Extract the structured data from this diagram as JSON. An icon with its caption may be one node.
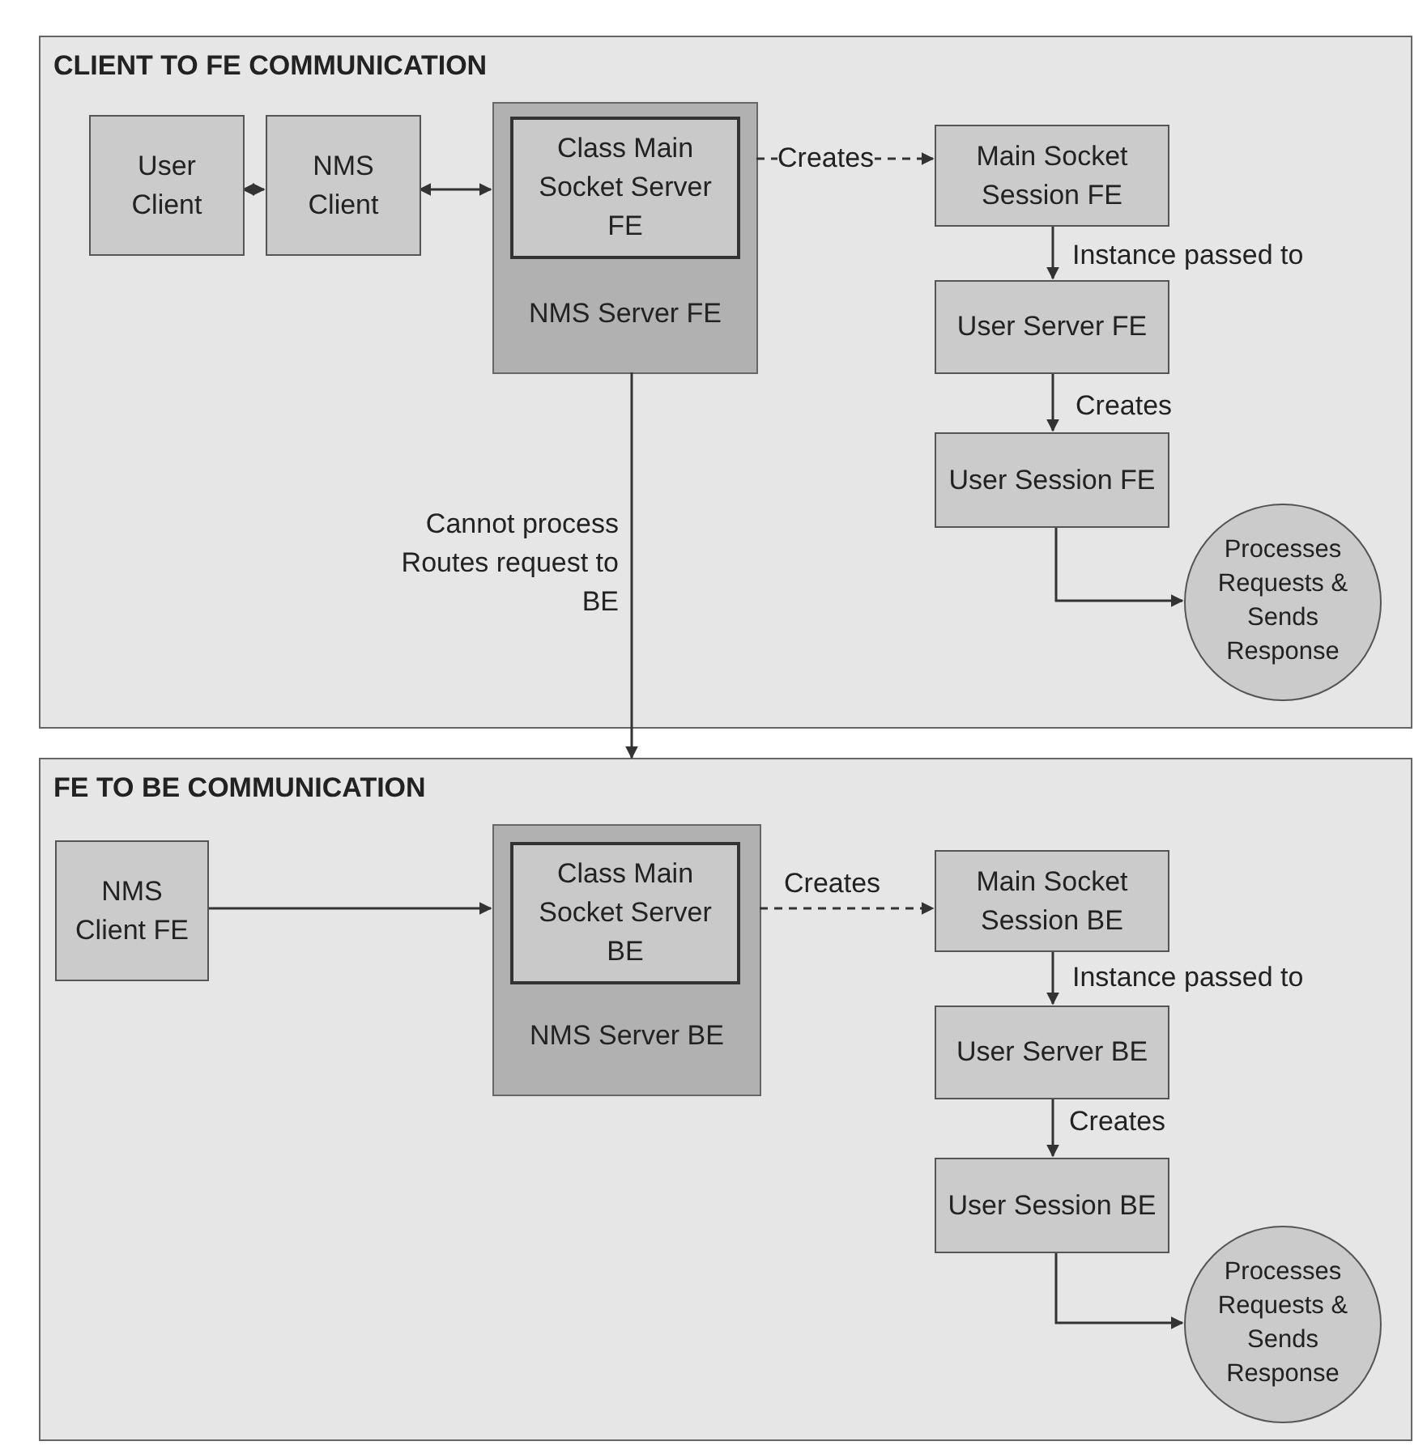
{
  "diagram": {
    "nodes": [
      {
        "text": [
          "CLIENT TO FE COMMUNICATION"
        ]
      },
      {
        "text": [
          "User Client"
        ],
        "in": 0
      },
      {
        "text": [
          "NMS Client"
        ],
        "in": 0
      },
      {
        "text": [
          "NMS Server FE"
        ],
        "in": 0
      },
      {
        "text": [
          "Class Main Socket Server FE"
        ],
        "in": 3
      },
      {
        "text": [
          "Main Socket Session FE"
        ],
        "in": 0
      },
      {
        "text": [
          "User Server FE"
        ],
        "in": 0
      },
      {
        "text": [
          "User Session FE"
        ],
        "in": 0
      },
      {
        "text": [
          "Processes Requests & Sends Response"
        ],
        "in": 0
      },
      {
        "text": [
          "FE TO BE COMMUNICATION"
        ]
      },
      {
        "text": [
          "NMS Client FE"
        ],
        "in": 9
      },
      {
        "text": [
          "NMS Server BE"
        ],
        "in": 9
      },
      {
        "text": [
          "Class Main Socket Server BE"
        ],
        "in": 11
      },
      {
        "text": [
          "Main Socket Session BE"
        ],
        "in": 9
      },
      {
        "text": [
          "User Server BE"
        ],
        "in": 9
      },
      {
        "text": [
          "User Session BE"
        ],
        "in": 9
      },
      {
        "text": [
          "Processes Requests & Sends Response"
        ],
        "in": 9
      }
    ],
    "edges": [
      {
        "from": 1,
        "to": 2,
        "arrow": "both"
      },
      {
        "from": 2,
        "to": 3,
        "arrow": "both"
      },
      {
        "from": 3,
        "to": 5,
        "arrow": "to",
        "label": "Creates",
        "style": "dashed"
      },
      {
        "from": 5,
        "to": 6,
        "arrow": "to",
        "label": "Instance passed to"
      },
      {
        "from": 6,
        "to": 7,
        "arrow": "to",
        "label": "Creates"
      },
      {
        "from": 7,
        "to": 8,
        "arrow": "to"
      },
      {
        "from": 3,
        "to": 9,
        "arrow": "to",
        "label": "Cannot process Routes request to BE"
      },
      {
        "from": 10,
        "to": 11,
        "arrow": "to"
      },
      {
        "from": 11,
        "to": 13,
        "arrow": "to",
        "label": "Creates",
        "style": "dashed"
      },
      {
        "from": 13,
        "to": 14,
        "arrow": "to",
        "label": "Instance passed to"
      },
      {
        "from": 14,
        "to": 15,
        "arrow": "to",
        "label": "Creates"
      },
      {
        "from": 15,
        "to": 16,
        "arrow": "to"
      }
    ]
  }
}
